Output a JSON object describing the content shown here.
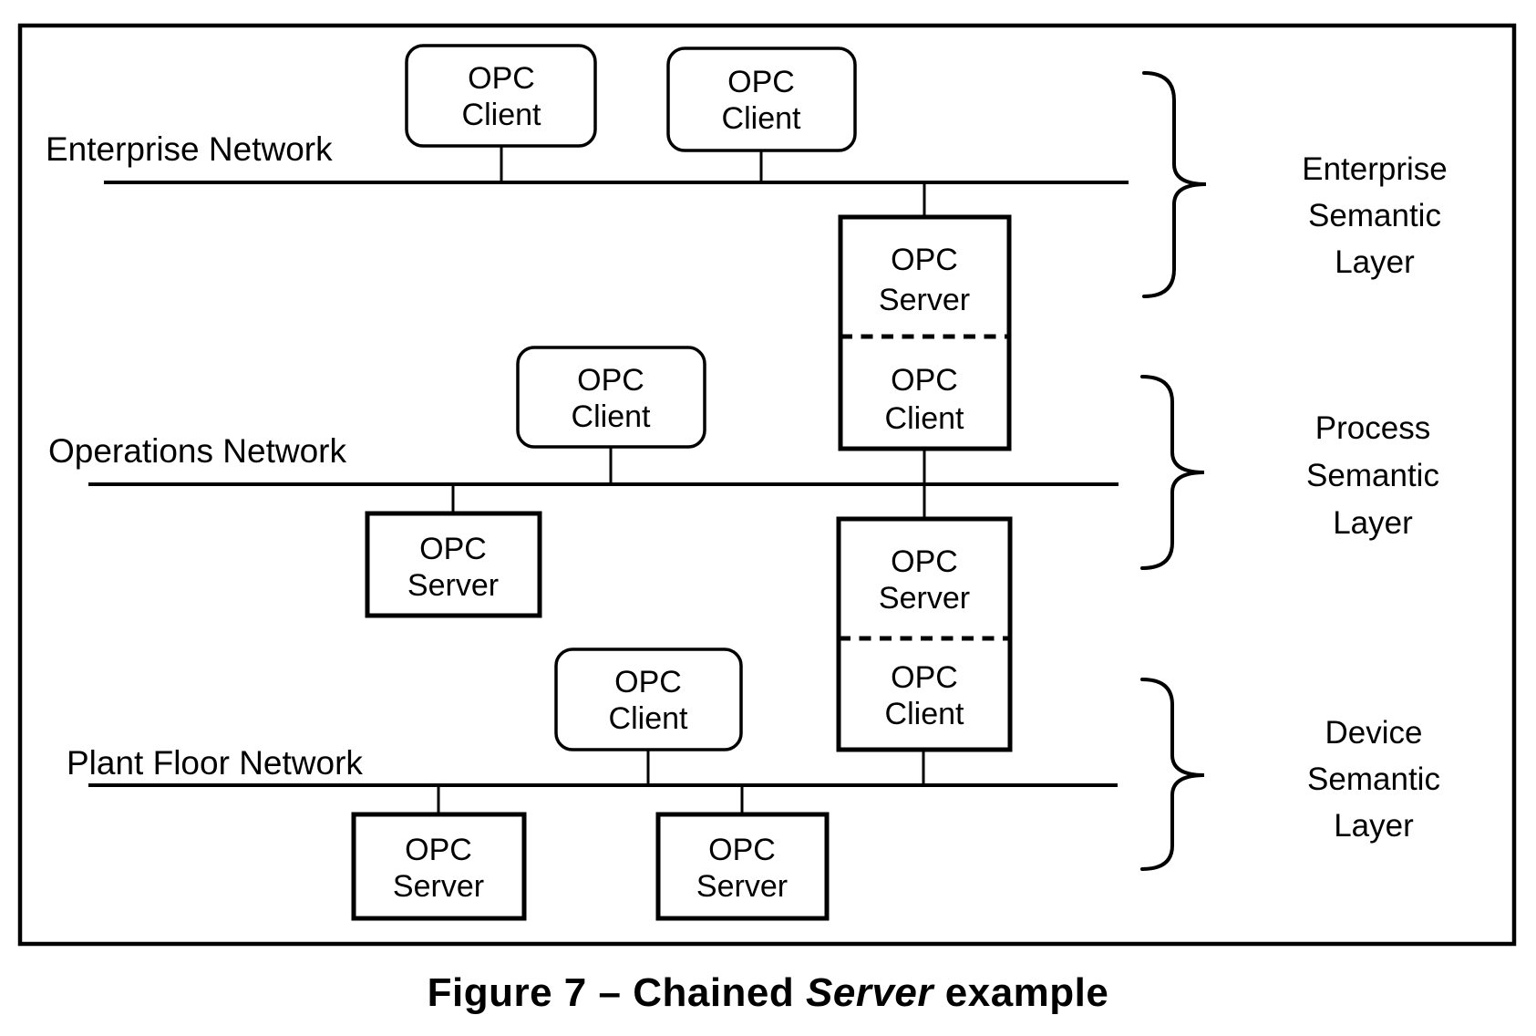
{
  "caption": {
    "prefix": "Figure 7 – Chained",
    "italic": "Server",
    "suffix": "example"
  },
  "networks": {
    "enterprise": {
      "label": "Enterprise Network"
    },
    "operations": {
      "label": "Operations Network"
    },
    "plant_floor": {
      "label": "Plant Floor Network"
    }
  },
  "semantic_layers": {
    "enterprise": {
      "line1": "Enterprise",
      "line2": "Semantic",
      "line3": "Layer"
    },
    "process": {
      "line1": "Process",
      "line2": "Semantic",
      "line3": "Layer"
    },
    "device": {
      "line1": "Device",
      "line2": "Semantic",
      "line3": "Layer"
    }
  },
  "nodes": {
    "enterprise_client_1": {
      "line1": "OPC",
      "line2": "Client"
    },
    "enterprise_client_2": {
      "line1": "OPC",
      "line2": "Client"
    },
    "chained_enterprise": {
      "server_half": {
        "line1": "OPC",
        "line2": "Server"
      },
      "client_half": {
        "line1": "OPC",
        "line2": "Client"
      }
    },
    "operations_client": {
      "line1": "OPC",
      "line2": "Client"
    },
    "operations_server": {
      "line1": "OPC",
      "line2": "Server"
    },
    "chained_process": {
      "server_half": {
        "line1": "OPC",
        "line2": "Server"
      },
      "client_half": {
        "line1": "OPC",
        "line2": "Client"
      }
    },
    "plant_client": {
      "line1": "OPC",
      "line2": "Client"
    },
    "plant_server_1": {
      "line1": "OPC",
      "line2": "Server"
    },
    "plant_server_2": {
      "line1": "OPC",
      "line2": "Server"
    }
  },
  "colors": {
    "ink": "#000000",
    "background": "#ffffff"
  }
}
